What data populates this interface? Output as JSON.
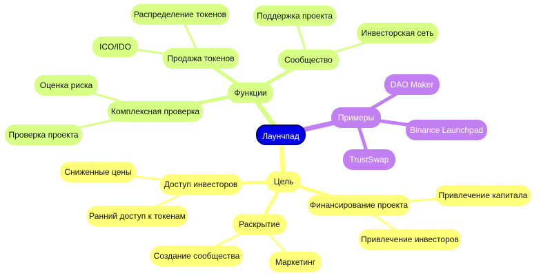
{
  "colors": {
    "root_fill": "#0000e6",
    "root_border": "#000080",
    "green_branch": "#d7ff85",
    "purple_branch": "#c17ff2",
    "yellow_branch": "#ffff79"
  },
  "mindmap": {
    "root": "Лаунчпад",
    "branches": [
      {
        "label": "Функции",
        "color": "green",
        "children": [
          {
            "label": "Продажа токенов",
            "children": [
              {
                "label": "Распределение токенов"
              },
              {
                "label": "ICO/IDO"
              }
            ]
          },
          {
            "label": "Сообщество",
            "children": [
              {
                "label": "Поддержка проекта"
              },
              {
                "label": "Инвесторская сеть"
              }
            ]
          },
          {
            "label": "Комплексная проверка",
            "children": [
              {
                "label": "Оценка риска"
              },
              {
                "label": "Проверка проекта"
              }
            ]
          }
        ]
      },
      {
        "label": "Примеры",
        "color": "purple",
        "children": [
          {
            "label": "DAO Maker"
          },
          {
            "label": "Binance Launchpad"
          },
          {
            "label": "TrustSwap"
          }
        ]
      },
      {
        "label": "Цель",
        "color": "yellow",
        "children": [
          {
            "label": "Доступ инвесторов",
            "children": [
              {
                "label": "Сниженные цены"
              },
              {
                "label": "Ранний доступ к токенам"
              }
            ]
          },
          {
            "label": "Финансирование проекта",
            "children": [
              {
                "label": "Привлечение капитала"
              },
              {
                "label": "Привлечение инвесторов"
              }
            ]
          },
          {
            "label": "Раскрытие",
            "children": [
              {
                "label": "Создание сообщества"
              },
              {
                "label": "Маркетинг"
              }
            ]
          }
        ]
      }
    ]
  }
}
